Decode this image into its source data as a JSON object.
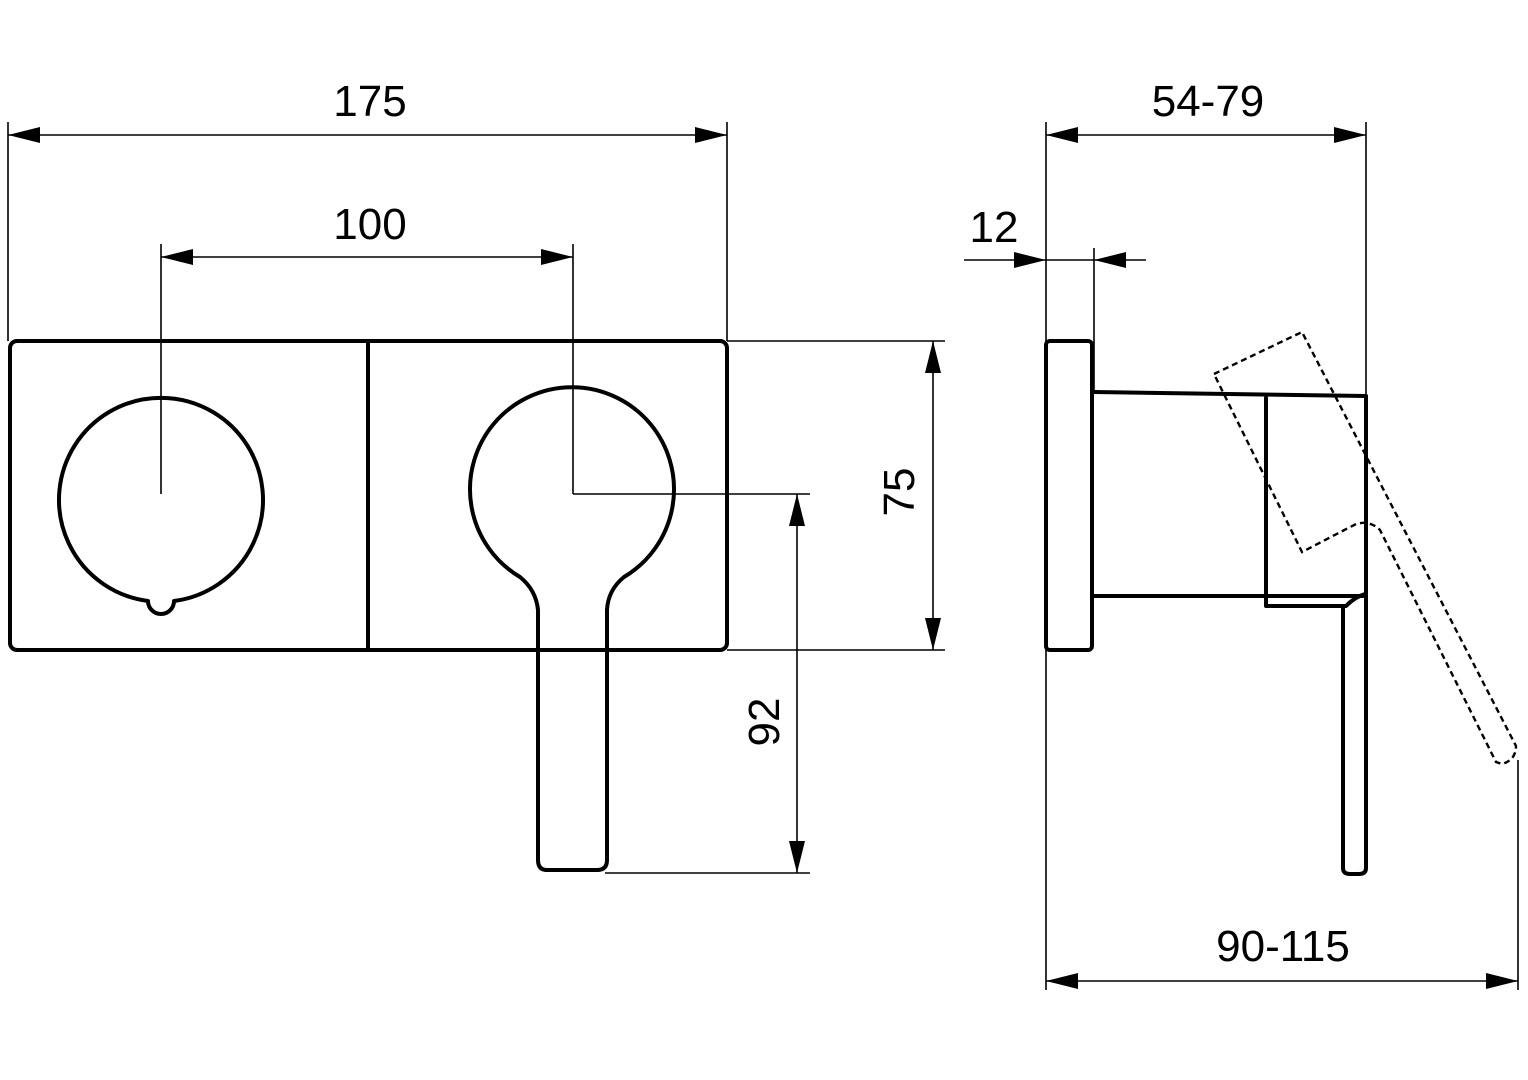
{
  "dimensions": {
    "overall_width": "175",
    "center_distance": "100",
    "plate_height": "75",
    "lever_length": "92",
    "projection": "54-79",
    "plate_thickness": "12",
    "total_depth": "90-115"
  }
}
